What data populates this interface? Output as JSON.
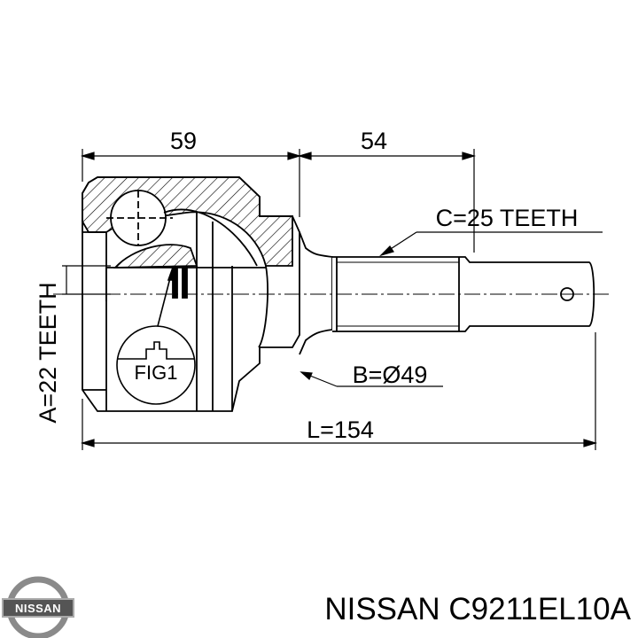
{
  "dimensions": {
    "housing_length": "59",
    "shaft_length": "54",
    "outer_teeth": "C=25 TEETH",
    "inner_teeth": "A=22 TEETH",
    "diameter": "B=Ø49",
    "total_length": "L=154",
    "detail_label": "FIG1"
  },
  "logo": {
    "text": "NISSAN"
  },
  "caption": "NISSAN C9211EL10A"
}
